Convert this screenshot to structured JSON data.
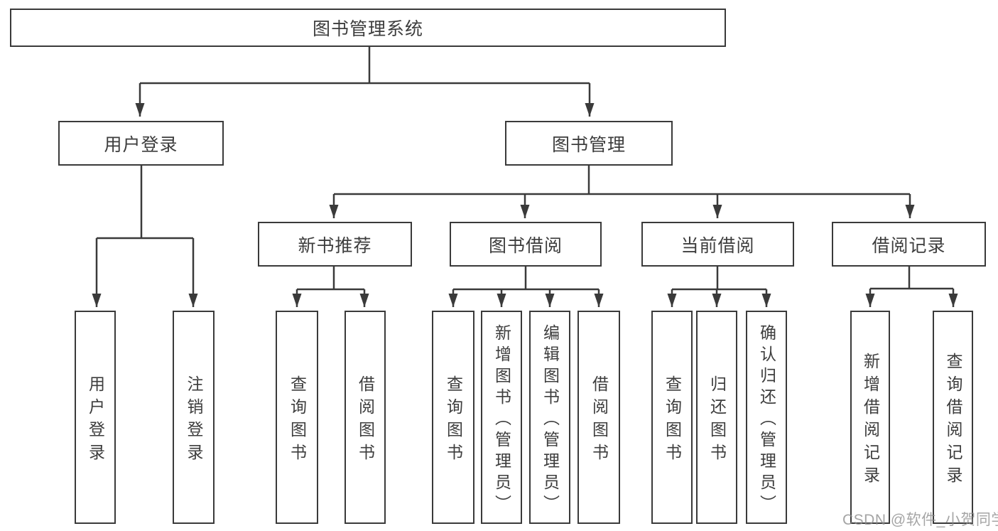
{
  "diagram_type": "hierarchy-tree",
  "colors": {
    "line": "#3a3a3a",
    "box_border": "#3a3a3a",
    "text": "#3d3d3d",
    "background": "#ffffff",
    "watermark": "#8c8c8c"
  },
  "tree": {
    "label": "图书管理系统",
    "children": [
      {
        "label": "用户登录",
        "children": [
          {
            "label": "用户登录"
          },
          {
            "label": "注销登录"
          }
        ]
      },
      {
        "label": "图书管理",
        "children": [
          {
            "label": "新书推荐",
            "children": [
              {
                "label": "查询图书"
              },
              {
                "label": "借阅图书"
              }
            ]
          },
          {
            "label": "图书借阅",
            "children": [
              {
                "label": "查询图书"
              },
              {
                "label": "新增图书（管理员）"
              },
              {
                "label": "编辑图书（管理员）"
              },
              {
                "label": "借阅图书"
              }
            ]
          },
          {
            "label": "当前借阅",
            "children": [
              {
                "label": "查询图书"
              },
              {
                "label": "归还图书"
              },
              {
                "label": "确认归还（管理员）"
              }
            ]
          },
          {
            "label": "借阅记录",
            "children": [
              {
                "label": "新增借阅记录"
              },
              {
                "label": "查询借阅记录"
              }
            ]
          }
        ]
      }
    ]
  },
  "watermark": "CSDN @软件_小贺同学"
}
